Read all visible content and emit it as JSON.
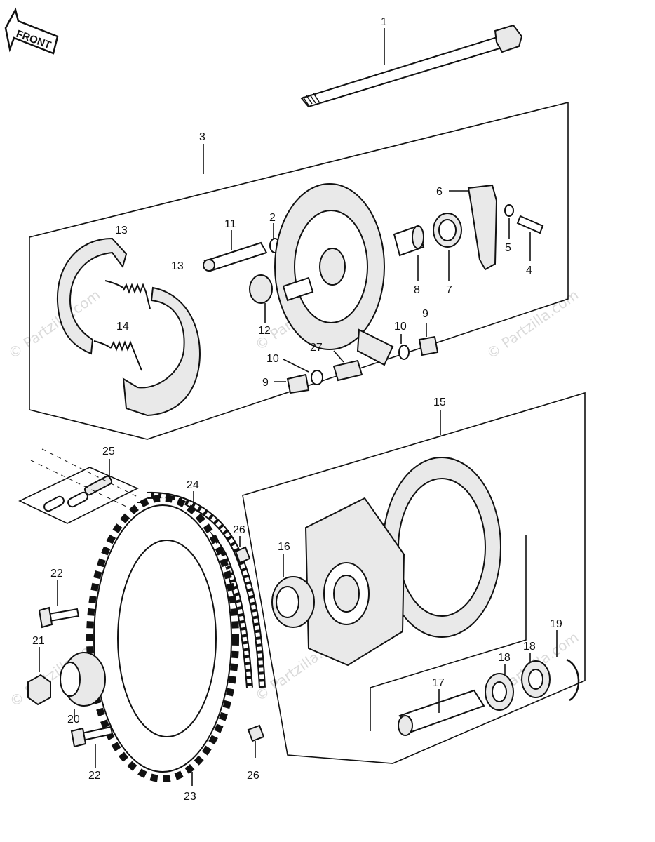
{
  "front_label": "FRONT",
  "watermark": "© Partzilla.com",
  "callouts": {
    "c1": "1",
    "c2": "2",
    "c3": "3",
    "c4": "4",
    "c5": "5",
    "c6": "6",
    "c7": "7",
    "c8": "8",
    "c9a": "9",
    "c9b": "9",
    "c10a": "10",
    "c10b": "10",
    "c11": "11",
    "c12": "12",
    "c13a": "13",
    "c13b": "13",
    "c14": "14",
    "c15": "15",
    "c16": "16",
    "c17": "17",
    "c18a": "18",
    "c18b": "18",
    "c19": "19",
    "c20": "20",
    "c21": "21",
    "c22a": "22",
    "c22b": "22",
    "c23": "23",
    "c24": "24",
    "c25": "25",
    "c26a": "26",
    "c26b": "26",
    "c27": "27"
  }
}
